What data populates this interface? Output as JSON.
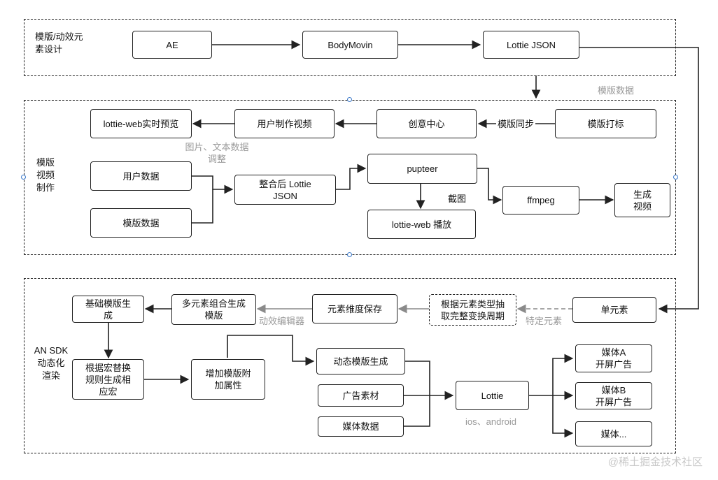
{
  "groups": {
    "design": "模版/动效元\n素设计",
    "production": "模版\n视频\n制作",
    "sdk": "AN SDK\n动态化\n渲染"
  },
  "nodes": {
    "ae": "AE",
    "bodymovin": "BodyMovin",
    "lottie_json": "Lottie JSON",
    "preview": "lottie-web实时预览",
    "user_make_video": "用户制作视频",
    "creative_center": "创意中心",
    "template_pack": "模版打标",
    "user_data": "用户数据",
    "template_data": "模版数据",
    "merged_json": "整合后 Lottie\nJSON",
    "pupteer": "pupteer",
    "lottie_web_play": "lottie-web 播放",
    "ffmpeg": "ffmpeg",
    "gen_video": "生成\n视频",
    "single_element": "单元素",
    "extract_cycle": "根据元素类型抽\n取完整变换周期",
    "element_save": "元素维度保存",
    "multi_combine": "多元素组合生成\n模版",
    "base_template": "基础模版生\n成",
    "macro_replace": "根据宏替换\n规则生成相\n应宏",
    "add_attrs": "增加模版附\n加属性",
    "dynamic_template": "动态模版生成",
    "ad_material": "广告素材",
    "media_data": "媒体数据",
    "lottie": "Lottie",
    "media_a": "媒体A\n开屏广告",
    "media_b": "媒体B\n开屏广告",
    "media_more": "媒体..."
  },
  "edge_labels": {
    "template_data": "模版数据",
    "template_sync": "模版同步",
    "image_text_adjust": "图片、文本数据\n调整",
    "screenshot": "截图",
    "specific_element": "特定元素",
    "effect_editor": "动效编辑器",
    "platforms": "ios、android"
  },
  "watermark": "@稀土掘金技术社区",
  "colors": {
    "line": "#222222",
    "gray_text": "#9a9a9a",
    "handle": "#3a78c9"
  }
}
